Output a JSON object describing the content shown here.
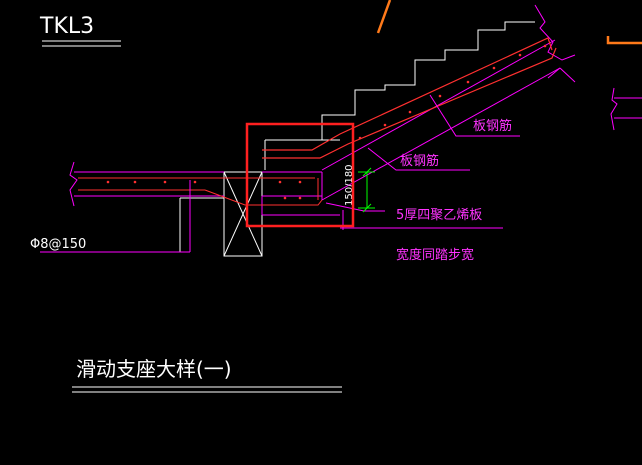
{
  "drawing": {
    "title": "TKL3",
    "detail_title": "滑动支座大样(一)",
    "labels": {
      "rebar_spec": "Φ8@150",
      "plate_rebar_upper": "板钢筋",
      "plate_rebar_lower": "板钢筋",
      "dimension": "150/180",
      "pad": "5厚四聚乙烯板",
      "width_note": "宽度同踏步宽"
    }
  },
  "colors": {
    "background": "#000000",
    "line_white": "#ffffff",
    "line_magenta": "#ff00ff",
    "line_red": "#ff3030",
    "line_orange": "#ff7a1a",
    "line_green": "#00ff00",
    "label_magenta": "#ff33ff",
    "label_white": "#ffffff",
    "highlight": "#ff2020"
  }
}
